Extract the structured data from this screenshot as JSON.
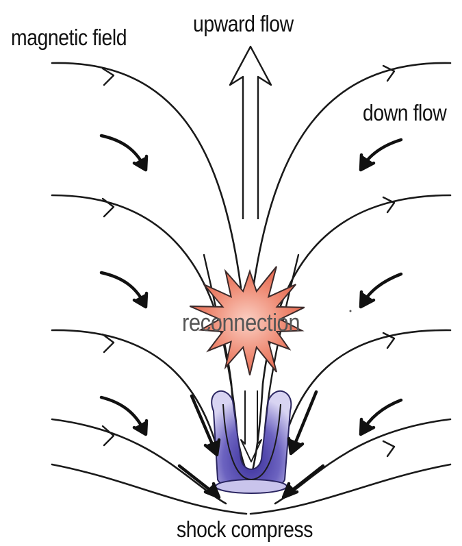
{
  "labels": {
    "magnetic_field": "magnetic field",
    "upward_flow": "upward flow",
    "down_flow": "down flow",
    "reconnection": "reconnection",
    "shock_compress": "shock compress"
  },
  "colors": {
    "field_line": "#1a1a1a",
    "flow_arrow": "#111111",
    "reconnection_fill": "#e9806a",
    "reconnection_stroke": "#3a2a2a",
    "loop_fill": "#4a3fa6",
    "loop_fill_light": "#c9c4ec",
    "label_text": "#111111",
    "reconnection_text": "#555555"
  }
}
